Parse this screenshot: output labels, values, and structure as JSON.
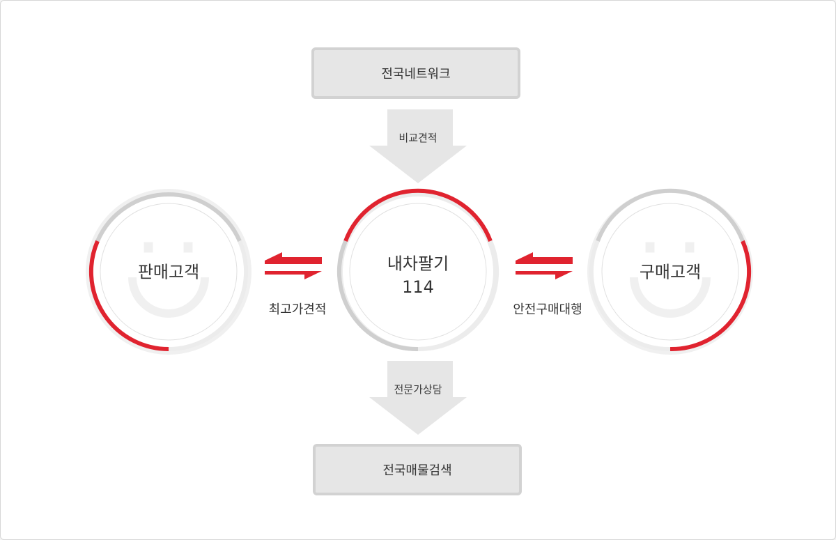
{
  "top_box": {
    "label": "전국네트워크"
  },
  "bottom_box": {
    "label": "전국매물검색"
  },
  "top_arrow": {
    "label": "비교견적"
  },
  "bottom_arrow": {
    "label": "전문가상담"
  },
  "left_circle": {
    "label": "판매고객"
  },
  "right_circle": {
    "label": "구매고객"
  },
  "center_circle": {
    "title": "내차팔기",
    "subtitle": "114"
  },
  "left_exchange": {
    "label": "최고가견적"
  },
  "right_exchange": {
    "label": "안전구매대행"
  },
  "colors": {
    "accent": "#e0232f",
    "ring_gray": "#cfcfcf",
    "arrow_gray": "#e6e6e6",
    "box_fill": "#e6e6e6",
    "box_border": "#d2d2d2",
    "smile_gray": "#f0f0f0"
  }
}
